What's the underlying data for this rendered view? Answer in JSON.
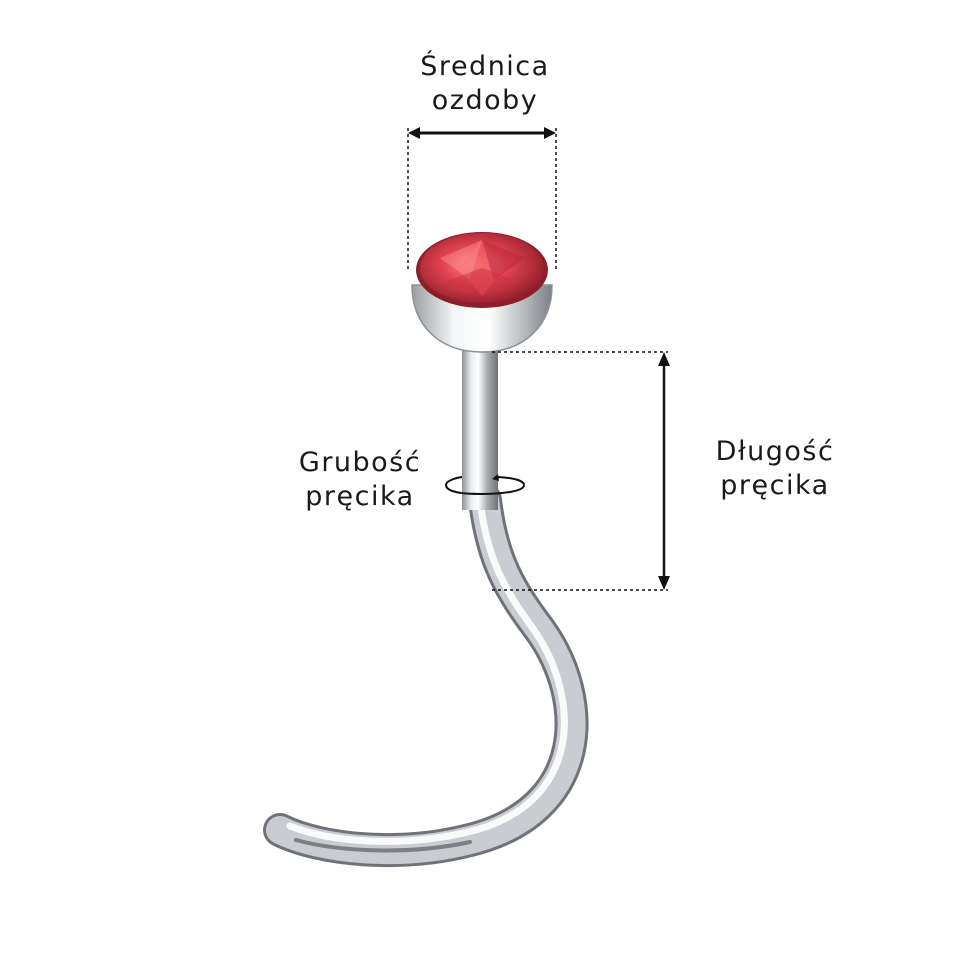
{
  "labels": {
    "diameter": {
      "line1": "Średnica",
      "line2": "ozdoby"
    },
    "thickness": {
      "line1": "Grubość",
      "line2": "pręcika"
    },
    "length": {
      "line1": "Długość",
      "line2": "pręcika"
    }
  },
  "colors": {
    "background": "#ffffff",
    "text": "#1a1a1a",
    "gem": "#d83a4a",
    "metal": "#c8ccd0",
    "dimension_line": "#111111"
  }
}
